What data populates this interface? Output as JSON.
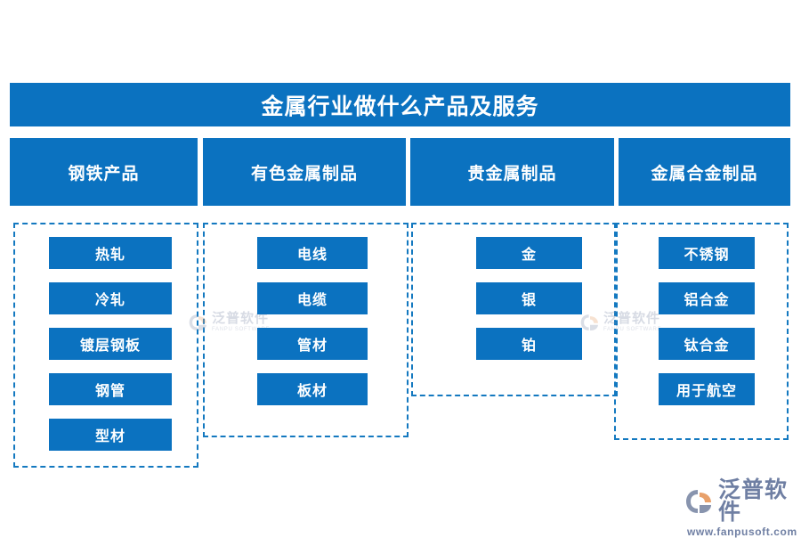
{
  "title": "金属行业做什么产品及服务",
  "colors": {
    "primary_blue": "#0b72c0",
    "dashed_border": "#1479c0",
    "logo_slate": "#6f7fa3",
    "logo_orange": "#e8a06a",
    "background": "#ffffff",
    "text_on_blue": "#ffffff"
  },
  "categories": [
    {
      "label": "钢铁产品",
      "items": [
        {
          "label": "热轧"
        },
        {
          "label": "冷轧"
        },
        {
          "label": "镀层钢板"
        },
        {
          "label": "钢管"
        },
        {
          "label": "型材"
        }
      ]
    },
    {
      "label": "有色金属制品",
      "items": [
        {
          "label": "电线"
        },
        {
          "label": "电缆"
        },
        {
          "label": "管材"
        },
        {
          "label": "板材"
        }
      ]
    },
    {
      "label": "贵金属制品",
      "items": [
        {
          "label": "金"
        },
        {
          "label": "银"
        },
        {
          "label": "铂"
        }
      ]
    },
    {
      "label": "金属合金制品",
      "items": [
        {
          "label": "不锈钢"
        },
        {
          "label": "铝合金"
        },
        {
          "label": "钛合金"
        },
        {
          "label": "用于航空"
        }
      ]
    }
  ],
  "watermarks": [
    {
      "cn": "泛普软件",
      "en": "FANPU SOFTWARE"
    },
    {
      "cn": "泛普软件",
      "en": "FANPU SOFTWARE"
    }
  ],
  "logo": {
    "name": "泛普软件",
    "url": "www.fanpusoft.com"
  }
}
